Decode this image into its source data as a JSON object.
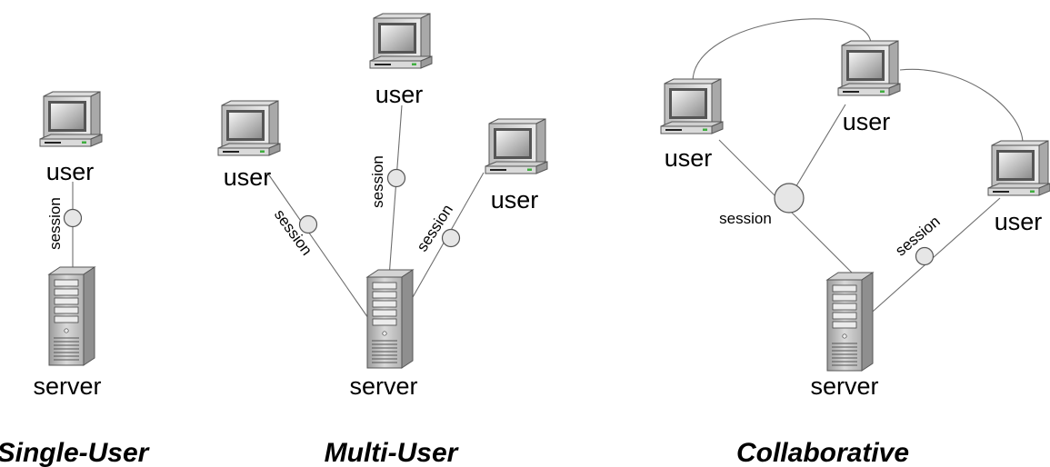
{
  "diagrams": [
    {
      "title": "Single-User",
      "user_label": "user",
      "server_label": "server",
      "session_label": "session"
    },
    {
      "title": "Multi-User",
      "user_labels": [
        "user",
        "user",
        "user"
      ],
      "server_label": "server",
      "session_labels": [
        "session",
        "session",
        "session"
      ]
    },
    {
      "title": "Collaborative",
      "user_labels": [
        "user",
        "user",
        "user"
      ],
      "server_label": "server",
      "session_labels": [
        "session",
        "session"
      ]
    }
  ],
  "icons": {
    "user": "desktop-computer-icon",
    "server": "tower-server-icon",
    "session": "session-node-icon"
  }
}
